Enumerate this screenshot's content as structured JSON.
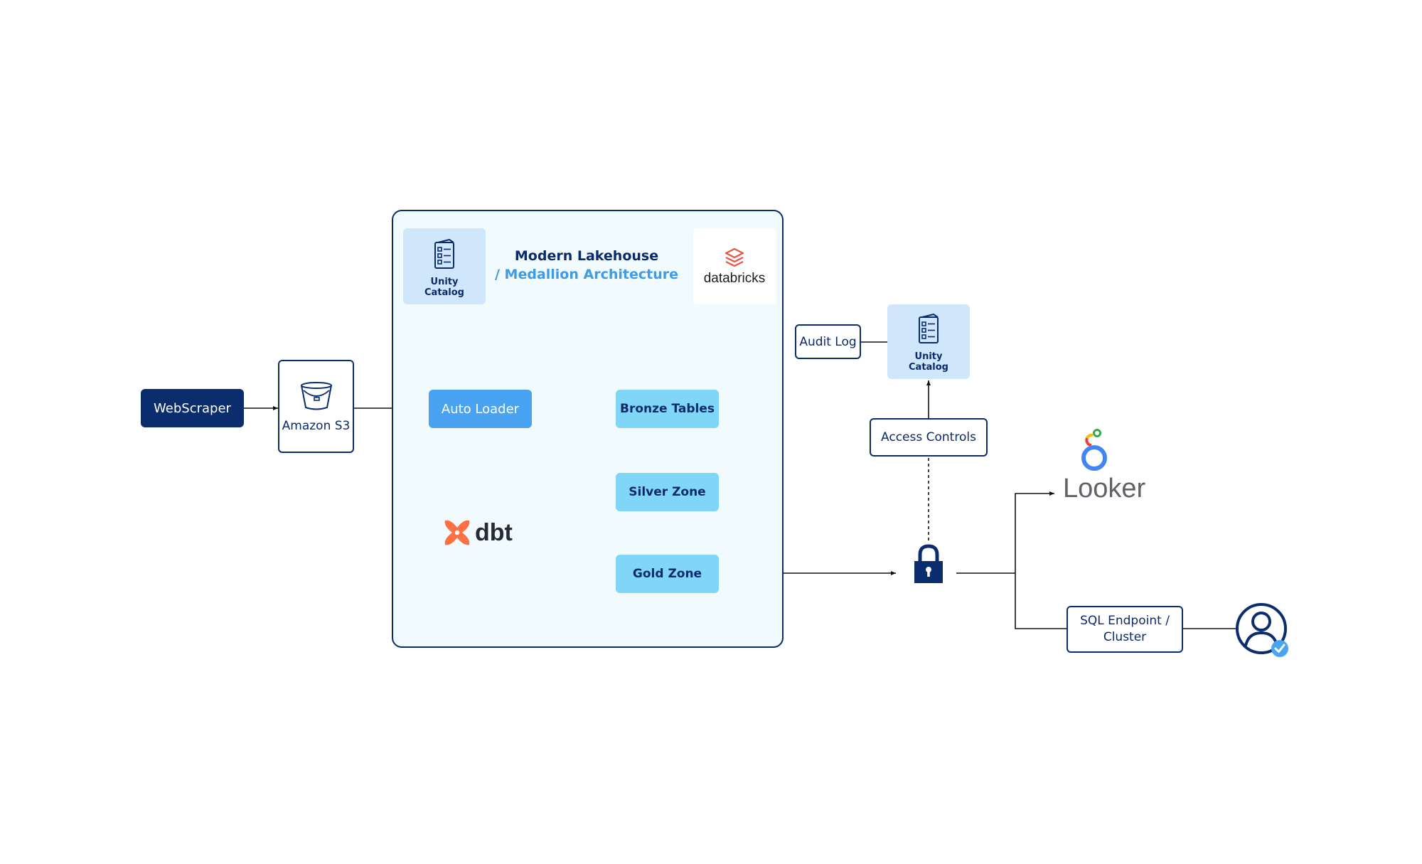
{
  "lakehouse": {
    "title_line1": "Modern Lakehouse",
    "title_line2": "/ Medallion Architecture"
  },
  "unity_catalog_inner": {
    "line1": "Unity",
    "line2": "Catalog"
  },
  "unity_catalog_outer": {
    "line1": "Unity",
    "line2": "Catalog"
  },
  "databricks": {
    "label": "databricks"
  },
  "nodes": {
    "webscraper": "WebScraper",
    "amazon_s3": "Amazon S3",
    "auto_loader": "Auto Loader",
    "bronze_tables": "Bronze Tables",
    "silver_zone": "Silver Zone",
    "gold_zone": "Gold Zone",
    "dbt": "dbt",
    "audit_log": "Audit Log",
    "access_controls": "Access Controls",
    "sql_endpoint_line1": "SQL Endpoint /",
    "sql_endpoint_line2": "Cluster",
    "looker": "Looker"
  },
  "icons": {
    "s3": "bucket-icon",
    "catalog": "document-list-icon",
    "databricks": "databricks-logo-icon",
    "dbt": "dbt-logo-icon",
    "lock": "padlock-icon",
    "looker": "looker-logo-icon",
    "user": "verified-user-icon"
  },
  "colors": {
    "navy": "#0b2d6e",
    "blue": "#4aa3f0",
    "cyan": "#7fd6f7",
    "catalog_bg": "#cfe6fb",
    "lakehouse_bg": "#f1fafd",
    "dbt_orange": "#fe6f44",
    "databricks_red": "#e8563f"
  }
}
